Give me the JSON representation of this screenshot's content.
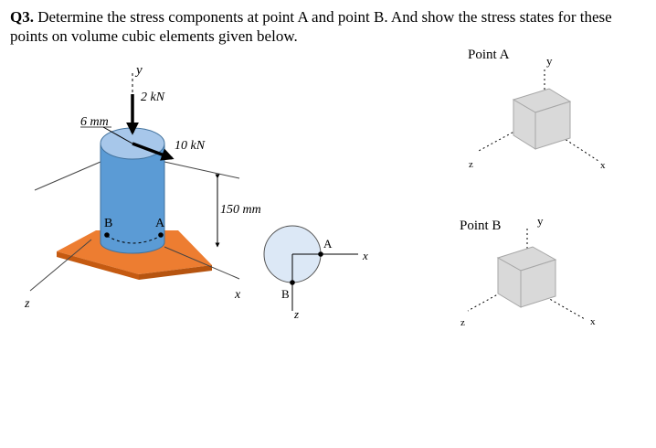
{
  "question": {
    "number": "Q3.",
    "text": "Determine the stress components at point A and point B. And show the stress states for these points on volume cubic elements given below."
  },
  "figure": {
    "axis_y": "y",
    "axis_z": "z",
    "axis_x": "x",
    "load_vertical": "2 kN",
    "load_horizontal": "10 kN",
    "radius": "6 mm",
    "height": "150 mm",
    "point_a": "A",
    "point_b": "B"
  },
  "section": {
    "label_a": "A",
    "label_b": "B",
    "axis_x": "x",
    "axis_z": "z"
  },
  "cube_a": {
    "title": "Point A",
    "axis_y": "y",
    "axis_z": "z",
    "axis_x": "x"
  },
  "cube_b": {
    "title": "Point B",
    "axis_y": "y",
    "axis_z": "z",
    "axis_x": "x"
  },
  "colors": {
    "cylinder": "#5b9bd5",
    "cylinder_top": "#a7c7ea",
    "base": "#ed7d31",
    "cube_face": "#d9d9d9",
    "section_fill": "#dce8f6"
  }
}
